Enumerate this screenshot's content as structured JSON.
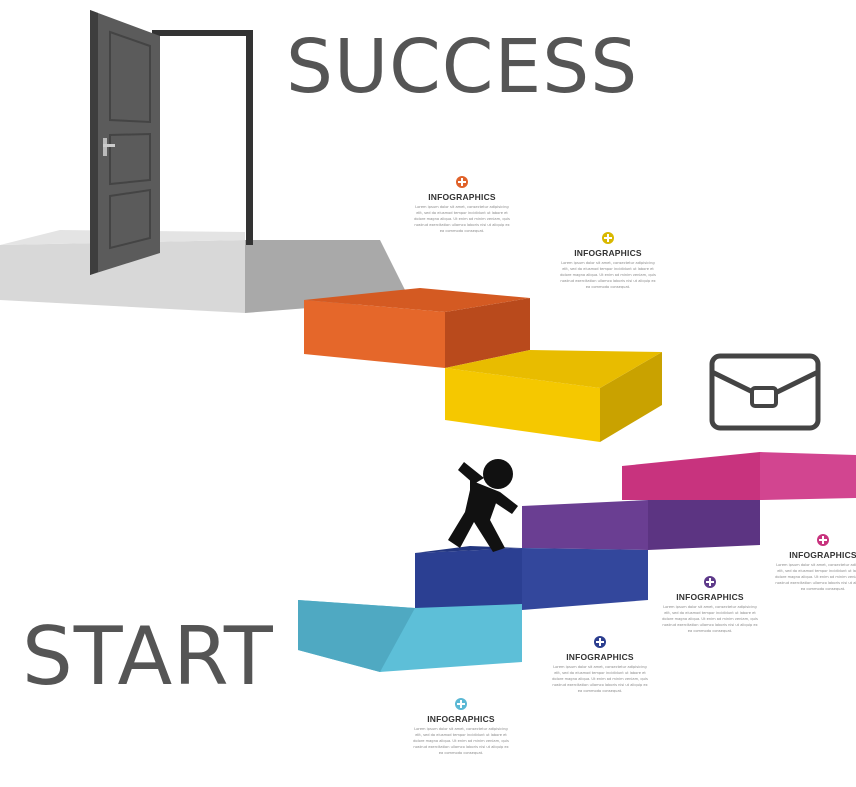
{
  "titles": {
    "top": "SUCCESS",
    "bottom": "START"
  },
  "info_blocks": [
    {
      "title": "INFOGRAPHICS",
      "color": "#E0622A",
      "text": "Lorem ipsum dolor sit amet, consectetur adipisicing elit, sed do eiusmod tempor incididunt ut labore et dolore magna aliqua. Ut enim ad minim veniam, quis nostrud exercitation ullamco laboris nisi ut aliquip ex ea commodo consequat."
    },
    {
      "title": "INFOGRAPHICS",
      "color": "#D9B800",
      "text": "Lorem ipsum dolor sit amet, consectetur adipisicing elit, sed do eiusmod tempor incididunt ut labore et dolore magna aliqua. Ut enim ad minim veniam, quis nostrud exercitation ullamco laboris nisi ut aliquip ex ea commodo consequat."
    },
    {
      "title": "INFOGRAPHICS",
      "color": "#C8337E",
      "text": "Lorem ipsum dolor sit amet, consectetur adipisicing elit, sed do eiusmod tempor incididunt ut labore et dolore magna aliqua. Ut enim ad minim veniam, quis nostrud exercitation ullamco laboris nisi ut aliquip ex ea commodo consequat."
    },
    {
      "title": "INFOGRAPHICS",
      "color": "#5E3A8A",
      "text": "Lorem ipsum dolor sit amet, consectetur adipisicing elit, sed do eiusmod tempor incididunt ut labore et dolore magna aliqua. Ut enim ad minim veniam, quis nostrud exercitation ullamco laboris nisi ut aliquip ex ea commodo consequat."
    },
    {
      "title": "INFOGRAPHICS",
      "color": "#2C3E8F",
      "text": "Lorem ipsum dolor sit amet, consectetur adipisicing elit, sed do eiusmod tempor incididunt ut labore et dolore magna aliqua. Ut enim ad minim veniam, quis nostrud exercitation ullamco laboris nisi ut aliquip ex ea commodo consequat."
    },
    {
      "title": "INFOGRAPHICS",
      "color": "#5BB8D4",
      "text": "Lorem ipsum dolor sit amet, consectetur adipisicing elit, sed do eiusmod tempor incididunt ut labore et dolore magna aliqua. Ut enim ad minim veniam, quis nostrud exercitation ullamco laboris nisi ut aliquip ex ea commodo consequat."
    }
  ],
  "steps": [
    {
      "color": "#E5672A"
    },
    {
      "color": "#F5C800"
    },
    {
      "color": "#C8337E"
    },
    {
      "color": "#6A3E92"
    },
    {
      "color": "#2B3F92"
    },
    {
      "color": "#5DBFD8"
    }
  ],
  "icons": {
    "door": "door-icon",
    "briefcase": "briefcase-icon",
    "runner": "running-person-icon"
  }
}
